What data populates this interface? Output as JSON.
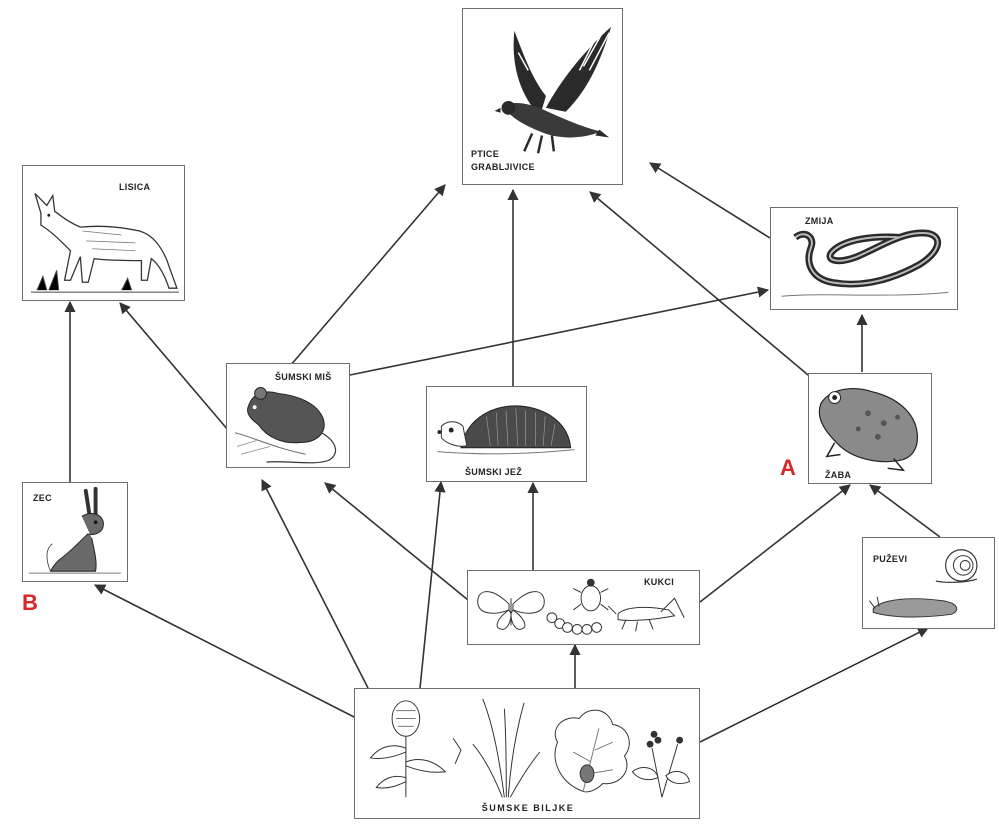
{
  "nodes": {
    "birds": {
      "label_line1": "PTICE",
      "label_line2": "GRABLJIVICE"
    },
    "fox": {
      "label": "LISICA"
    },
    "snake": {
      "label": "ZMIJA"
    },
    "mouse": {
      "label": "ŠUMSKI MIŠ"
    },
    "hedgehog": {
      "label": "ŠUMSKI  JEŽ"
    },
    "frog": {
      "label": "ŽABA"
    },
    "hare": {
      "label": "ZEC"
    },
    "insects": {
      "label": "KUKCI"
    },
    "snails": {
      "label": "PUŽEVI"
    },
    "plants": {
      "label": "ŠUMSKE BILJKE"
    }
  },
  "markers": {
    "a": "A",
    "b": "B"
  },
  "colors": {
    "border": "#6e6e6e",
    "arrow": "#333333",
    "marker": "#d62828"
  }
}
